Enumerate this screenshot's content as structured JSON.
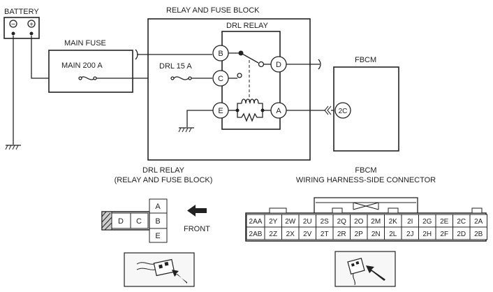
{
  "battery": {
    "label": "BATTERY",
    "minus": "−",
    "plus": "+"
  },
  "main_fuse": {
    "label": "MAIN FUSE",
    "fuse": "MAIN 200 A"
  },
  "relay_block": {
    "label": "RELAY AND FUSE BLOCK",
    "fuse": "DRL 15 A"
  },
  "drl_relay": {
    "label": "DRL RELAY",
    "pins": {
      "b": "B",
      "c": "C",
      "d": "D",
      "e": "E",
      "a": "A"
    }
  },
  "fbcm": {
    "label": "FBCM",
    "pin": "2C"
  },
  "connector_left": {
    "title1": "DRL RELAY",
    "title2": "(RELAY AND FUSE BLOCK)",
    "pins": {
      "d": "D",
      "c": "C",
      "a": "A",
      "b": "B",
      "e": "E"
    },
    "front_label": "FRONT"
  },
  "connector_right": {
    "title1": "FBCM",
    "title2": "WIRING HARNESS-SIDE CONNECTOR",
    "row1": [
      "2AA",
      "2Y",
      "2W",
      "2U",
      "2S",
      "2Q",
      "2O",
      "2M",
      "2K",
      "2I",
      "2G",
      "2E",
      "2C",
      "2A"
    ],
    "row2": [
      "2AB",
      "2Z",
      "2X",
      "2V",
      "2T",
      "2R",
      "2P",
      "2N",
      "2L",
      "2J",
      "2H",
      "2F",
      "2D",
      "2B"
    ]
  }
}
